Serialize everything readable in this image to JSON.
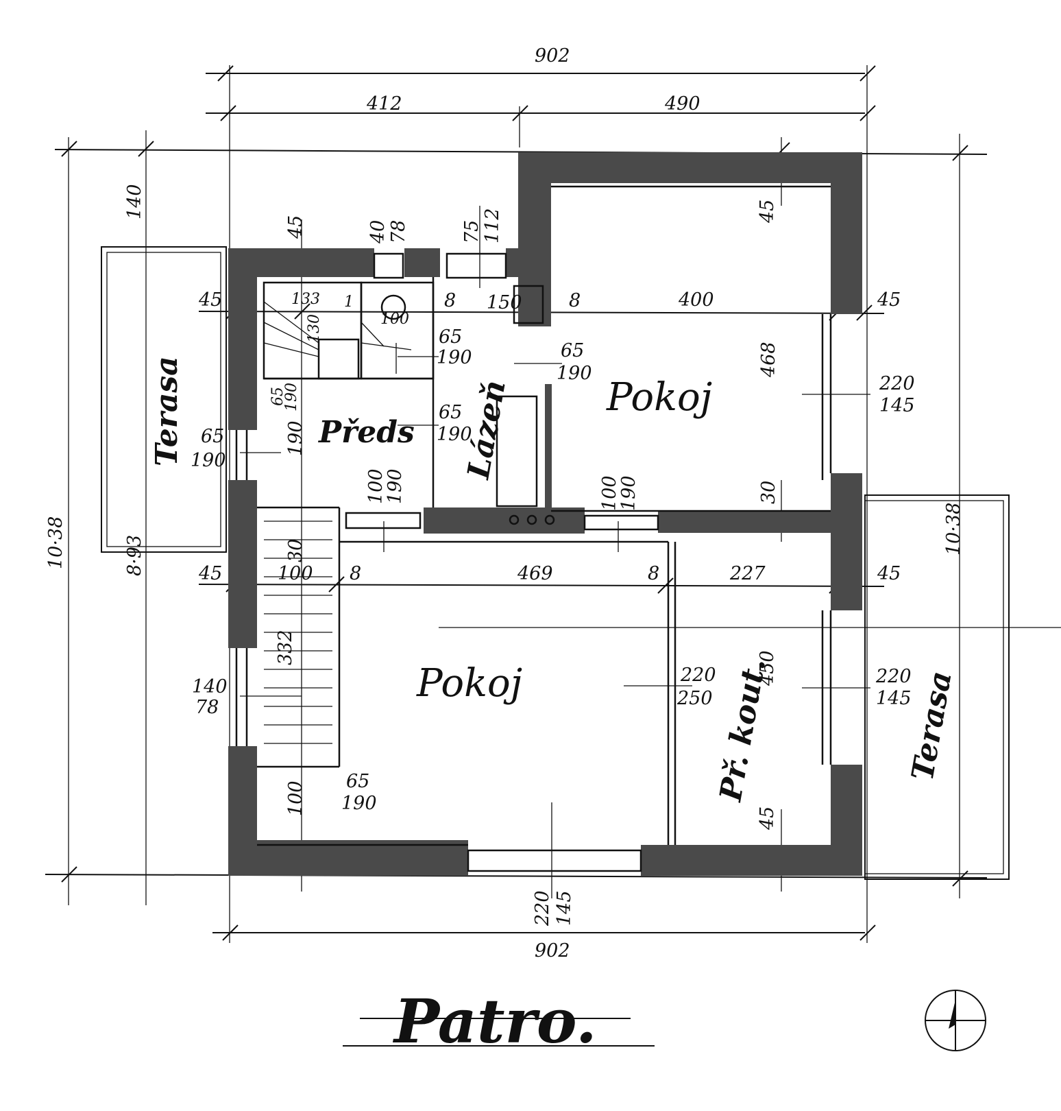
{
  "title": "Patro.",
  "colors": {
    "wall": "#4a4a4a",
    "line": "#111111",
    "paper": "#ffffff"
  },
  "icons": {
    "north_arrow": "compass-north-icon"
  },
  "rooms": {
    "pokoj_top": "Pokoj",
    "pokoj_main": "Pokoj",
    "predsin": "Předs",
    "koupelna": "Lázeň",
    "pr_kout": "Př. kout.",
    "terasa_left": "Terasa",
    "terasa_right": "Terasa"
  },
  "dimensions": {
    "top_total": "902",
    "top_left": "412",
    "top_right": "490",
    "bottom_total": "902",
    "left_total": "10·38",
    "left_terrace_depth": "140",
    "left_terrace_len": "8·93",
    "right_terrace_len": "10·38",
    "wall_45_a": "45",
    "wall_45_b": "45",
    "wall_45_c": "45",
    "wall_45_d": "45",
    "wall_45_e": "45",
    "wall_45_f": "45",
    "wall_45_g": "45",
    "stair_133": "133",
    "stair_130": "130",
    "stair_100": "100",
    "stair_1": "1",
    "d8_a": "8",
    "d8_b": "8",
    "d8_c": "8",
    "d8_d": "8",
    "d150": "150",
    "d400": "400",
    "d468": "468",
    "d469": "469",
    "d227": "227",
    "d450": "450",
    "d30_a": "30",
    "d30_b": "30",
    "d100_a": "100",
    "d100_b": "100",
    "d332": "332",
    "d190_v": "190",
    "d45_bottom": "45",
    "w_40_78": [
      "40",
      "78"
    ],
    "w_75_112": [
      "75",
      "112"
    ],
    "o_65_190_a": [
      "65",
      "190"
    ],
    "o_65_190_b": [
      "65",
      "190"
    ],
    "o_65_190_c": [
      "65",
      "190"
    ],
    "o_65_190_d": [
      "65",
      "190"
    ],
    "o_65_190_e": [
      "65",
      "190"
    ],
    "o_65_190_f": [
      "65",
      "190"
    ],
    "o_100_190_a": [
      "100",
      "190"
    ],
    "o_100_190_b": [
      "100",
      "190"
    ],
    "o_220_145_a": [
      "220",
      "145"
    ],
    "o_220_145_b": [
      "220",
      "145"
    ],
    "o_220_250": [
      "220",
      "250"
    ],
    "o_140_78": [
      "140",
      "78"
    ],
    "o_220_145_bottom": [
      "220",
      "145"
    ]
  }
}
